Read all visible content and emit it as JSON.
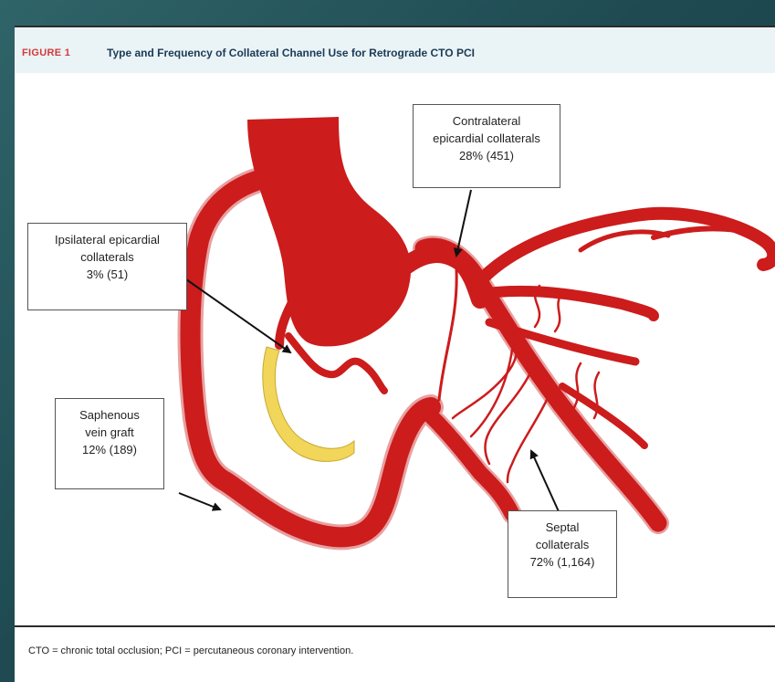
{
  "figure": {
    "label": "FIGURE 1",
    "title": "Type and Frequency of Collateral Channel Use for Retrograde CTO PCI"
  },
  "labels": {
    "contralateral": {
      "line1": "Contralateral",
      "line2": "epicardial collaterals",
      "line3": "28% (451)"
    },
    "ipsilateral": {
      "line1": "Ipsilateral epicardial",
      "line2": "collaterals",
      "line3": "3% (51)"
    },
    "saphenous": {
      "line1": "Saphenous",
      "line2": "vein graft",
      "line3": "12% (189)"
    },
    "septal": {
      "line1": "Septal",
      "line2": "collaterals",
      "line3": "72% (1,164)"
    }
  },
  "footnote": "CTO = chronic total occlusion; PCI = percutaneous coronary intervention.",
  "colors": {
    "vessel": "#cc1c1c",
    "vessel_outline": "#e8a0a0",
    "graft": "#f1d65a",
    "header_bg": "#eaf3f6",
    "figure_label": "#d43a3a",
    "title": "#1b3b56"
  }
}
